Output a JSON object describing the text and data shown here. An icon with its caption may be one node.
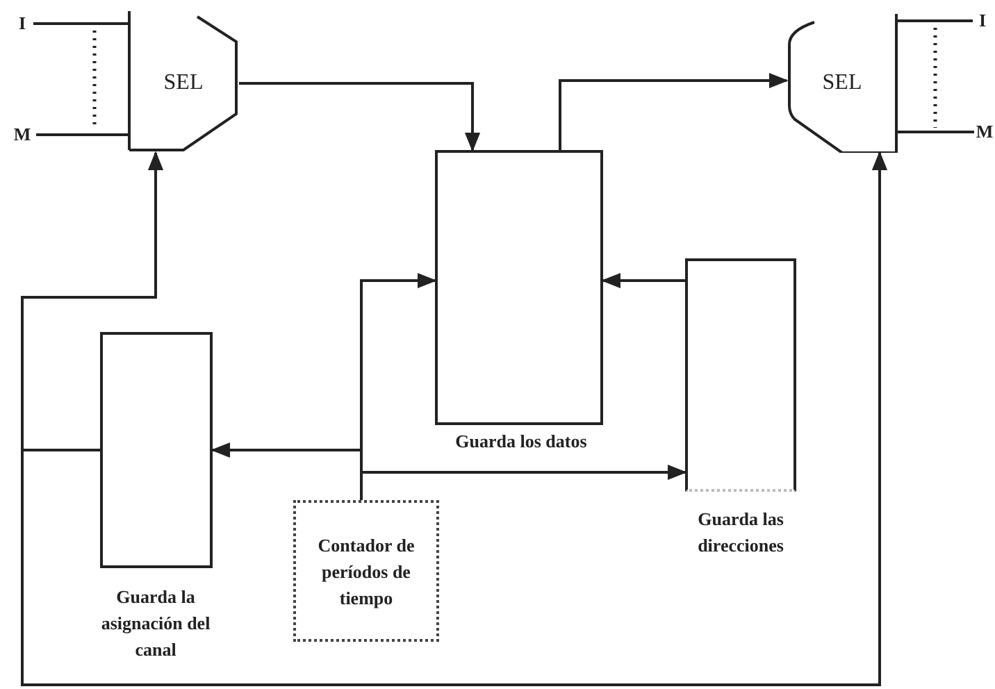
{
  "diagram": {
    "nodes": [
      {
        "text": [
          "I"
        ]
      },
      {
        "text": [
          "M"
        ]
      },
      {
        "text": [
          "SEL"
        ]
      },
      {
        "text": [
          "SEL"
        ]
      },
      {
        "text": [
          "I"
        ]
      },
      {
        "text": [
          "M"
        ]
      },
      {
        "text": [
          "Guarda los datos"
        ]
      },
      {
        "text": [
          "Guarda las direcciones"
        ]
      },
      {
        "text": [
          "Guarda la asignación del canal"
        ]
      },
      {
        "text": [
          "Contador de períodos de tiempo"
        ]
      }
    ],
    "edges": [
      {
        "from": 0,
        "to": 2,
        "arrow": "none"
      },
      {
        "from": 1,
        "to": 2,
        "arrow": "none"
      },
      {
        "from": 4,
        "to": 3,
        "arrow": "none"
      },
      {
        "from": 5,
        "to": 3,
        "arrow": "none"
      },
      {
        "from": 2,
        "to": 6,
        "arrow": "to"
      },
      {
        "from": 6,
        "to": 3,
        "arrow": "to"
      },
      {
        "from": 7,
        "to": 6,
        "arrow": "to"
      },
      {
        "from": 9,
        "to": 6,
        "arrow": "to"
      },
      {
        "from": 9,
        "to": 8,
        "arrow": "to"
      },
      {
        "from": 9,
        "to": 7,
        "arrow": "to"
      },
      {
        "from": 8,
        "to": 2,
        "arrow": "to"
      },
      {
        "from": 8,
        "to": 3,
        "arrow": "to"
      }
    ]
  }
}
